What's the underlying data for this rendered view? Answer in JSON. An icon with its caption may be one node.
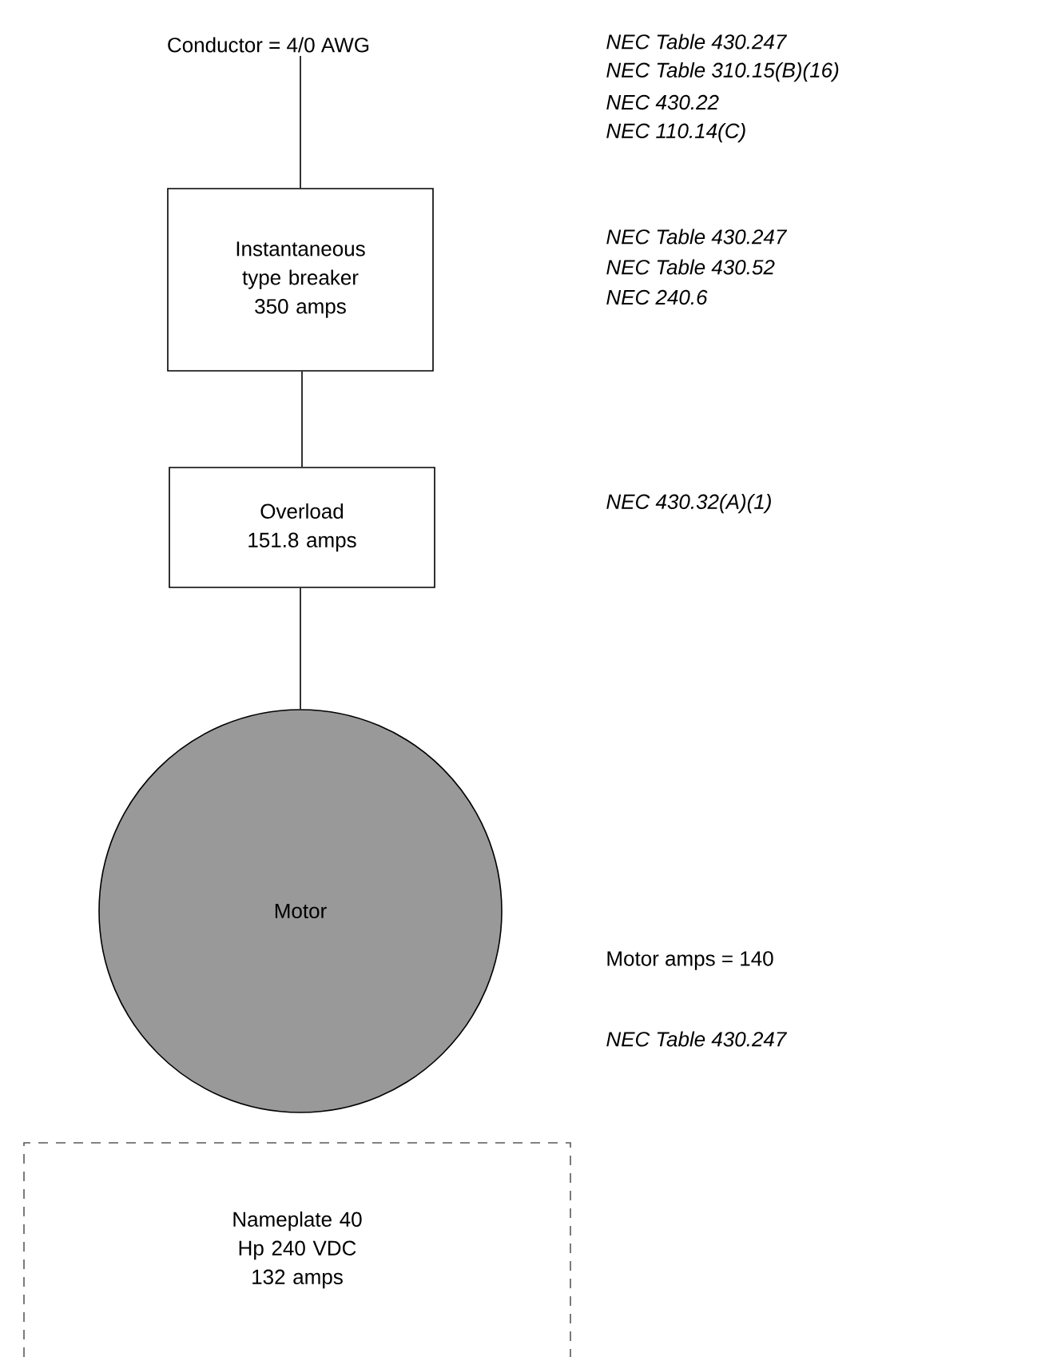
{
  "diagram": {
    "nodes": [
      {
        "text": [
          "Conductor = 4/0 AWG"
        ]
      },
      {
        "text": [
          "Instantaneous type breaker 350 amps"
        ]
      },
      {
        "text": [
          "Overload 151.8 amps"
        ]
      },
      {
        "text": [
          "Motor"
        ]
      },
      {
        "text": [
          "Nameplate 40 Hp 240 VDC 132 amps"
        ]
      }
    ],
    "edges": [
      {
        "from": 0,
        "to": 1,
        "arrow": "none"
      },
      {
        "from": 1,
        "to": 2,
        "arrow": "none"
      },
      {
        "from": 2,
        "to": 3,
        "arrow": "none"
      }
    ],
    "labels": [
      "NEC Table 430.247",
      "NEC Table 310.15(B)(16)",
      "NEC 430.22",
      "NEC 110.14(C)",
      "NEC Table 430.247",
      "NEC Table 430.52",
      "NEC 240.6",
      "NEC 430.32(A)(1)",
      "Motor amps  = 140",
      "NEC Table 430.247"
    ]
  }
}
